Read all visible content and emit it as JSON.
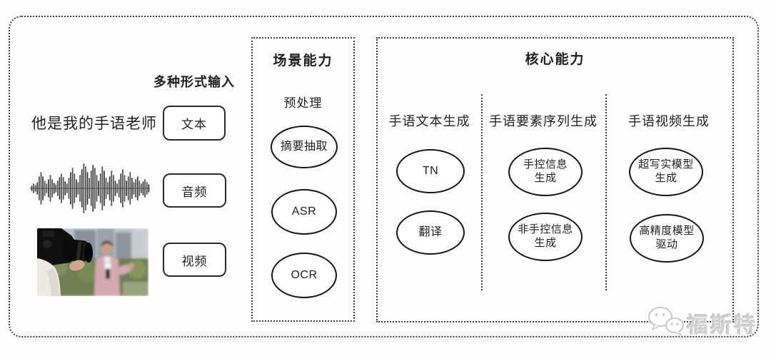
{
  "input": {
    "title": "多种形式输入",
    "text_sample": "他是我的手语老师",
    "buttons": [
      {
        "label": "文本"
      },
      {
        "label": "音频"
      },
      {
        "label": "视频"
      }
    ],
    "media": [
      {
        "icon": "audio-waveform"
      },
      {
        "icon": "reporter-video-thumbnail"
      }
    ]
  },
  "scene": {
    "title": "场景能力",
    "group_label": "预处理",
    "nodes": [
      {
        "label": "摘要抽取"
      },
      {
        "label": "ASR"
      },
      {
        "label": "OCR"
      }
    ]
  },
  "core": {
    "title": "核心能力",
    "columns": [
      {
        "header": "手语文本生成",
        "nodes": [
          {
            "label": "TN"
          },
          {
            "label": "翻译"
          }
        ]
      },
      {
        "header": "手语要素序列生成",
        "nodes": [
          {
            "label": "手控信息\n生成"
          },
          {
            "label": "非手控信息\n生成"
          }
        ]
      },
      {
        "header": "手语视频生成",
        "nodes": [
          {
            "label": "超写实模型\n生成"
          },
          {
            "label": "高精度模型\n驱动"
          }
        ]
      }
    ]
  },
  "watermark": {
    "icon": "wechat-icon",
    "text": "福斯特"
  },
  "colors": {
    "line": "#2f2f2f",
    "dotted_border": "#3f3f3f",
    "text": "#1f1f1f",
    "watermark": "#d2d2d2",
    "background": "#ffffff"
  }
}
